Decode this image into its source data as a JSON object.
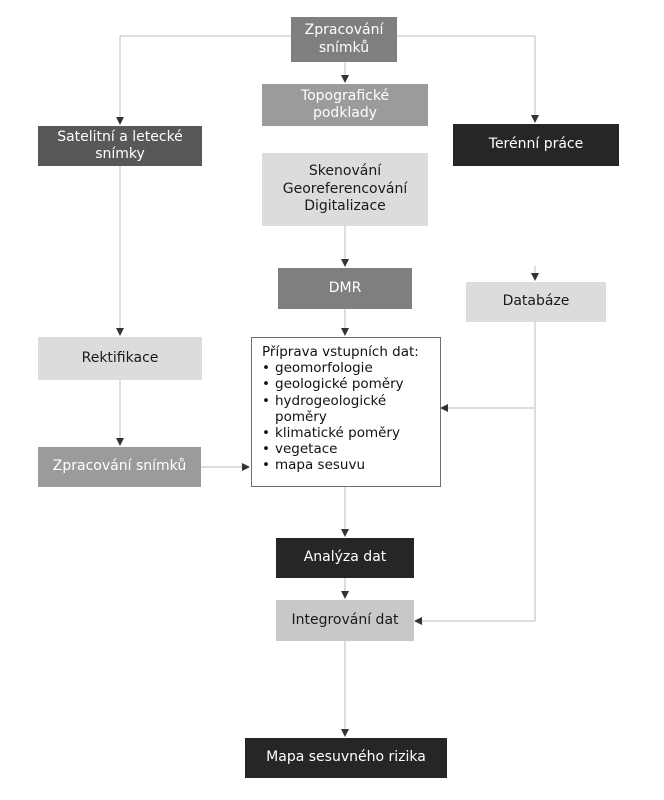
{
  "nodes": {
    "zpracovani_top": [
      "Zpracování",
      "snímků"
    ],
    "topograficke": [
      "Topografické",
      "podklady"
    ],
    "satelitni": [
      "Satelitní a letecké",
      "snímky"
    ],
    "terenni": "Terénní práce",
    "skenovani": [
      "Skenování",
      "Georeferencování",
      "Digitalizace"
    ],
    "dmr": "DMR",
    "databaze": "Databáze",
    "rektifikace": "Rektifikace",
    "priprava": {
      "title": "Příprava vstupních dat:",
      "items": [
        "geomorfologie",
        "geologické poměry",
        "hydrogeologické poměry",
        "klimatické poměry",
        "vegetace",
        "mapa sesuvu"
      ]
    },
    "zpracovani_left": "Zpracování snímků",
    "analyza": "Analýza dat",
    "integrovani": "Integrování dat",
    "mapa": "Mapa sesuvného rizika"
  },
  "colors": {
    "black_box": "#262626",
    "dark_gray_box": "#58585a",
    "mid_gray_box": "#7f7f80",
    "light_gray_box": "#dcdcdd",
    "connector": "#bdbdbd"
  }
}
